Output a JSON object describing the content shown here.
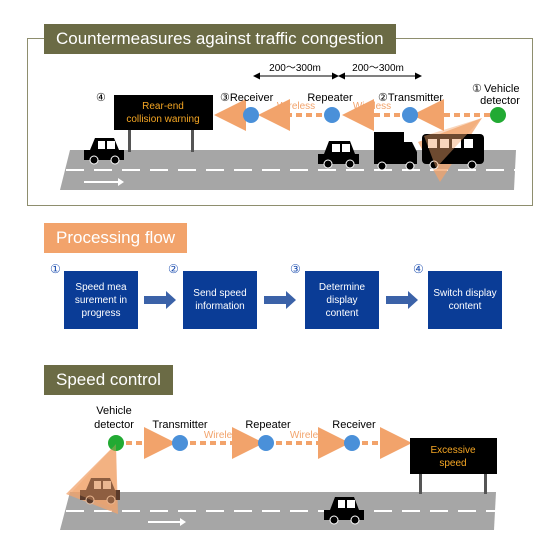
{
  "panel1": {
    "title": "Countermeasures against traffic congestion",
    "distance_a": "200〜300m",
    "distance_b": "200〜300m",
    "n1": "①",
    "vehicle_detector": "Vehicle",
    "vehicle_detector_2": "detector",
    "transmitter": "②Transmitter",
    "repeater": "Repeater",
    "receiver": "③Receiver",
    "n4": "④",
    "sign_line1": "Rear-end",
    "sign_line2": "collision warning",
    "wireless_1": "Wireless",
    "wireless_2": "Wireless"
  },
  "panel2": {
    "title": "Processing flow",
    "steps": [
      {
        "num": "①",
        "text": "Speed mea surement in progress"
      },
      {
        "num": "②",
        "text": "Send speed information"
      },
      {
        "num": "③",
        "text": "Determine display content"
      },
      {
        "num": "④",
        "text": "Switch display content"
      }
    ]
  },
  "panel3": {
    "title": "Speed control",
    "vehicle_detector_1": "Vehicle",
    "vehicle_detector_2": "detector",
    "transmitter": "Transmitter",
    "repeater": "Repeater",
    "receiver": "Receiver",
    "wireless_1": "Wireless",
    "wireless_2": "Wireless",
    "sign_line1": "Excessive",
    "sign_line2": "speed"
  },
  "colors": {
    "olive": "#6b6b45",
    "orange": "#f2a36b",
    "navy": "#0a3c96",
    "node_blue": "#4a90d9",
    "node_green": "#22aa33",
    "sign_text": "#f5a623",
    "road": "#a6a6a6"
  }
}
